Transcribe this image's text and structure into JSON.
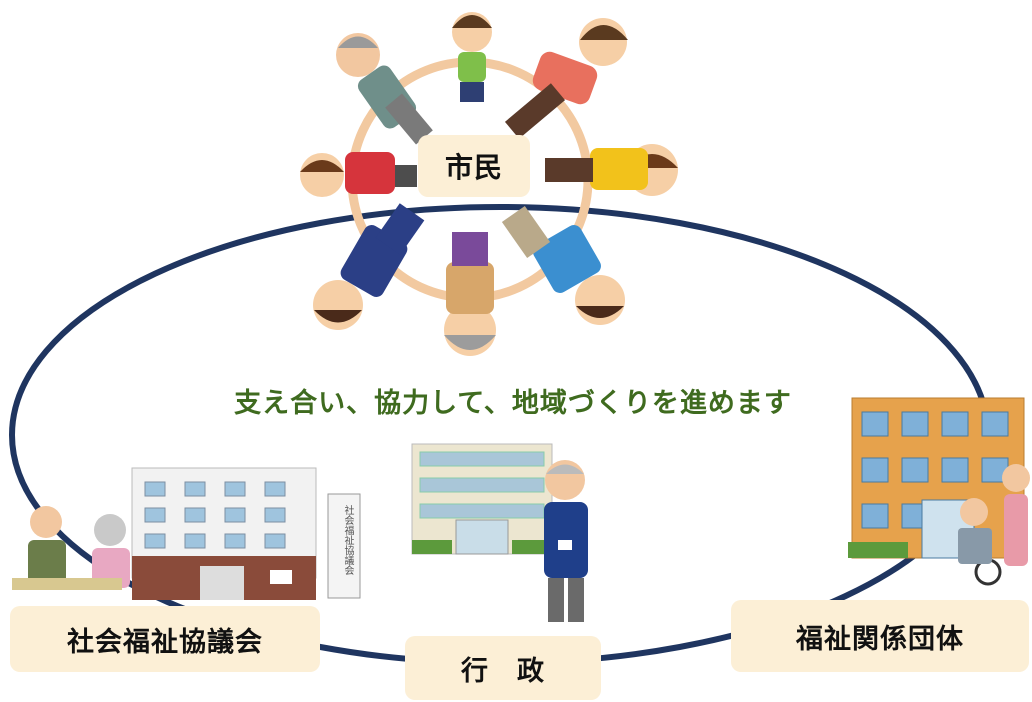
{
  "center_label": "市民",
  "tagline": "支え合い、協力して、地域づくりを進めます",
  "left_label": "社会福祉協議会",
  "bottom_label": "行　政",
  "right_label": "福祉関係団体",
  "sign_text": "社会福祉協議会",
  "colors": {
    "ellipse": "#1f3560",
    "label_bg": "#fcefd6",
    "tagline": "#3f6b1f"
  }
}
